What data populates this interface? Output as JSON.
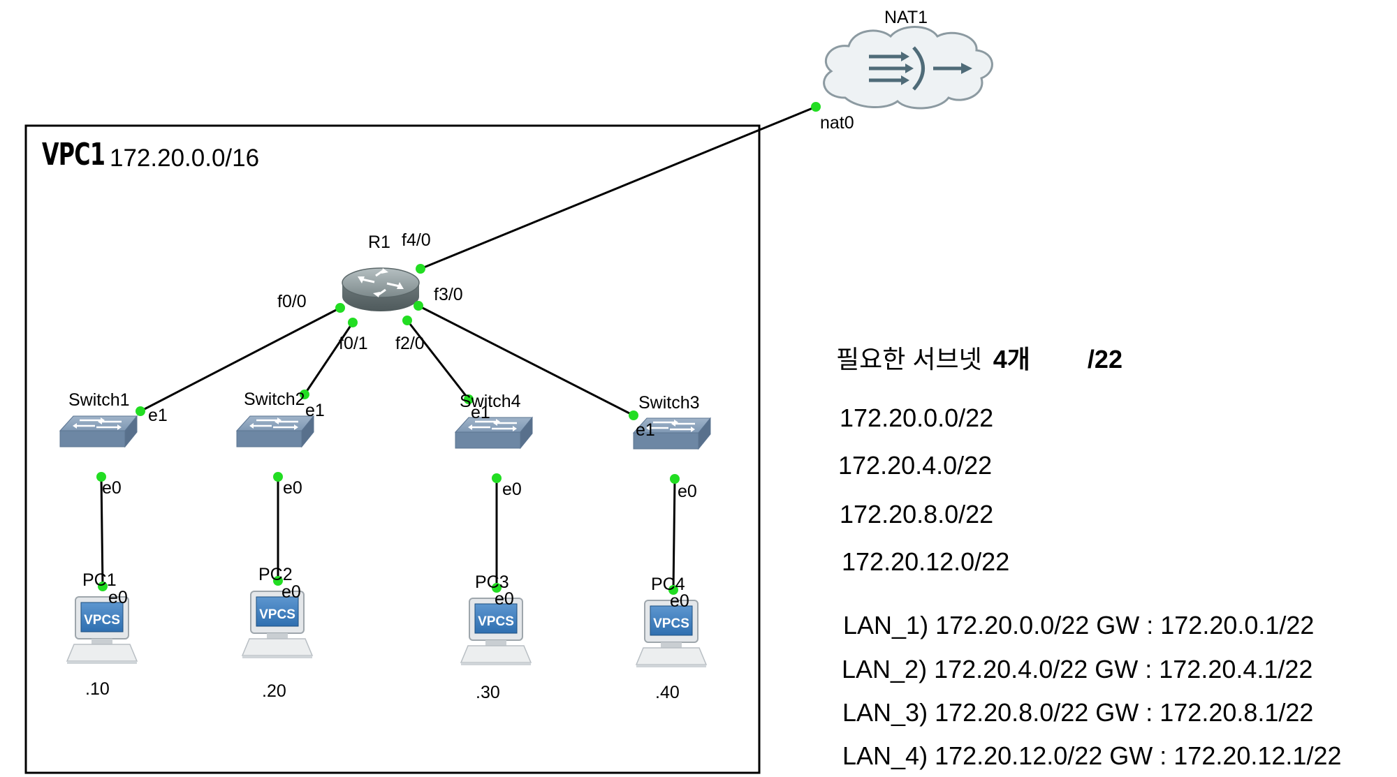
{
  "nat": {
    "name": "NAT1",
    "port": "nat0"
  },
  "vpc": {
    "title": "VPC1",
    "cidr": "172.20.0.0/16"
  },
  "router": {
    "name": "R1",
    "ports": {
      "f4_0": "f4/0",
      "f0_0": "f0/0",
      "f0_1": "f0/1",
      "f2_0": "f2/0",
      "f3_0": "f3/0"
    }
  },
  "switches": [
    {
      "name": "Switch1",
      "uplink": "e1",
      "downlink": "e0"
    },
    {
      "name": "Switch2",
      "uplink": "e1",
      "downlink": "e0"
    },
    {
      "name": "Switch4",
      "uplink": "e1",
      "downlink": "e0"
    },
    {
      "name": "Switch3",
      "uplink": "e1",
      "downlink": "e0"
    }
  ],
  "pcs": [
    {
      "name": "PC1",
      "port": "e0",
      "badge": "VPCS",
      "host": ".10"
    },
    {
      "name": "PC2",
      "port": "e0",
      "badge": "VPCS",
      "host": ".20"
    },
    {
      "name": "PC3",
      "port": "e0",
      "badge": "VPCS",
      "host": ".30"
    },
    {
      "name": "PC4",
      "port": "e0",
      "badge": "VPCS",
      "host": ".40"
    }
  ],
  "notes": {
    "heading": "필요한 서브넷",
    "count": "4개",
    "mask": "/22",
    "subnets": [
      "172.20.0.0/22",
      "172.20.4.0/22",
      "172.20.8.0/22",
      "172.20.12.0/22"
    ],
    "lans": [
      "LAN_1) 172.20.0.0/22  GW : 172.20.0.1/22",
      "LAN_2) 172.20.4.0/22  GW : 172.20.4.1/22",
      "LAN_3) 172.20.8.0/22  GW : 172.20.8.1/22",
      "LAN_4) 172.20.12.0/22 GW : 172.20.12.1/22"
    ]
  },
  "colors": {
    "link_dot": "#22dd22",
    "switch": "#7f98b4",
    "router": "#6e7b7d",
    "vpcs_badge": "#2f6fb0",
    "nat_cloud": "#eef2f4"
  }
}
